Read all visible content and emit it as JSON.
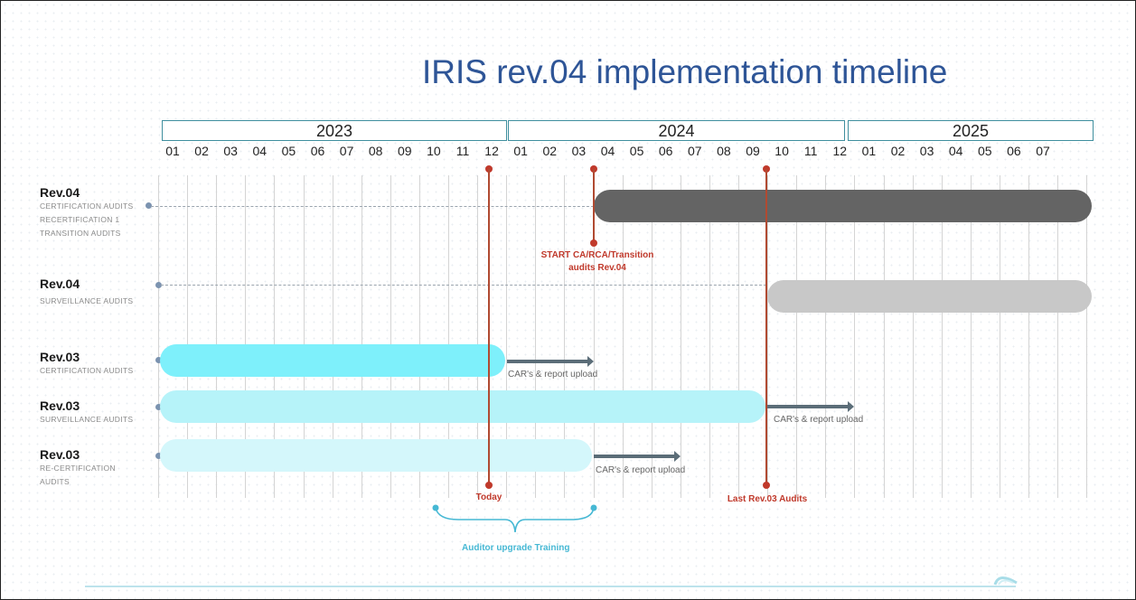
{
  "title": "IRIS rev.04 implementation timeline",
  "years": [
    "2023",
    "2024",
    "2025"
  ],
  "months": [
    "01",
    "02",
    "03",
    "04",
    "05",
    "06",
    "07",
    "08",
    "09",
    "10",
    "11",
    "12",
    "01",
    "02",
    "03",
    "04",
    "05",
    "06",
    "07",
    "08",
    "09",
    "10",
    "11",
    "12",
    "01",
    "02",
    "03",
    "04",
    "05",
    "06",
    "07"
  ],
  "rows": [
    {
      "rev": "Rev.04",
      "sub": [
        "CERTIFICATION AUDITS",
        "RECERTIFICATION 1",
        "TRANSITION AUDITS"
      ],
      "bar_start_month": 16,
      "bar_end_month": 32,
      "color": "#646464"
    },
    {
      "rev": "Rev.04",
      "sub": [
        "SURVEILLANCE  AUDITS"
      ],
      "bar_start_month": 22,
      "bar_end_month": 32,
      "color": "#c8c8c8"
    },
    {
      "rev": "Rev.03",
      "sub": [
        "CERTIFICATION AUDITS"
      ],
      "bar_start_month": 0,
      "bar_end_month": 12,
      "color": "#7ef0fb",
      "after_label": "CAR's & report upload"
    },
    {
      "rev": "Rev.03",
      "sub": [
        "SURVEILLANCE  AUDITS"
      ],
      "bar_start_month": 0,
      "bar_end_month": 21,
      "color": "#b6f3f9",
      "after_label": "CAR's & report upload"
    },
    {
      "rev": "Rev.03",
      "sub": [
        "RE-CERTIFICATION",
        "AUDITS"
      ],
      "bar_start_month": 0,
      "bar_end_month": 15,
      "color": "#d4f7fb",
      "after_label": "CAR's & report upload"
    }
  ],
  "markers": {
    "today": "Today",
    "start": "START CA/RCA/Transition audits Rev.04",
    "start_line1": "START CA/RCA/Transition",
    "start_line2": "audits Rev.04",
    "last": "Last Rev.03 Audits"
  },
  "training_label": "Auditor upgrade Training",
  "colors": {
    "title": "#2e5597",
    "marker": "#c0392b",
    "training": "#46b8d4"
  }
}
